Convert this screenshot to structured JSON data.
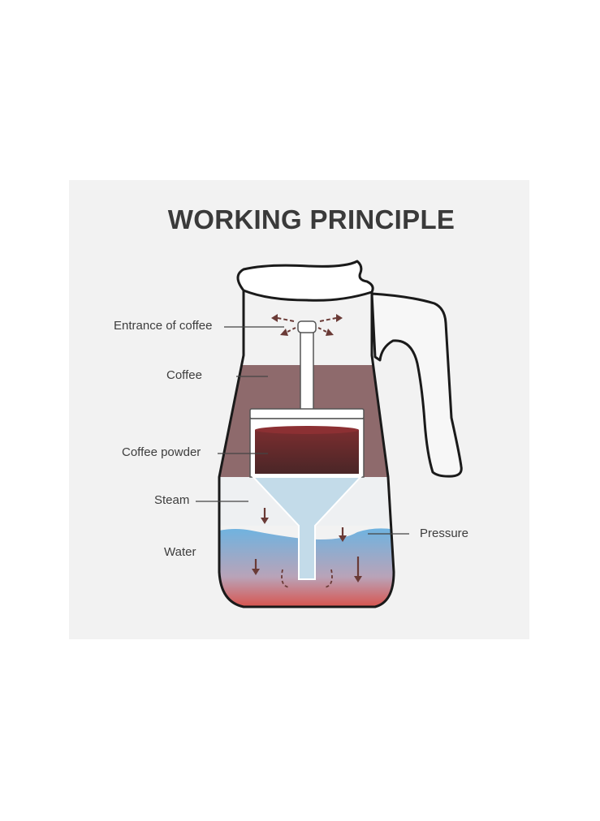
{
  "title": "WORKING PRINCIPLE",
  "labels": {
    "entrance": "Entrance of coffee",
    "coffee": "Coffee",
    "powder": "Coffee powder",
    "steam": "Steam",
    "water": "Water",
    "pressure": "Pressure"
  },
  "colors": {
    "panel": "#f2f2f2",
    "coffee_layer": "#8e6a6c",
    "coffee_powder": "#5b2a2c",
    "funnel": "#c3dbe9",
    "water_top": "#6fb3e0",
    "water_bottom": "#e23b2c",
    "arrow": "#6a3a36",
    "outline": "#1a1a1a"
  }
}
